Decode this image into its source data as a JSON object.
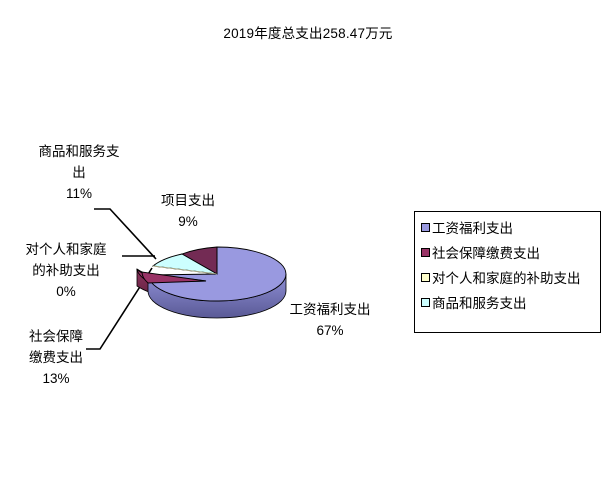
{
  "chart_data": {
    "type": "pie",
    "title": "2019年度总支出258.47万元",
    "total_label": "258.47万元",
    "three_d": true,
    "exploded": true,
    "legend_position": "right",
    "grid": false,
    "categories": [
      "工资福利支出",
      "社会保障缴费支出",
      "对个人和家庭的补助支出",
      "商品和服务支出",
      "项目支出"
    ],
    "values": [
      67,
      13,
      0,
      11,
      9
    ],
    "value_labels": [
      "67%",
      "13%",
      "0%",
      "11%",
      "9%"
    ],
    "colors": [
      "#9999e0",
      "#993366",
      "#ffffcc",
      "#ccffff",
      "#732b54"
    ],
    "xlabel": "",
    "ylabel": ""
  },
  "title": {
    "text": "2019年度总支出258.47万元"
  },
  "slices": [
    {
      "key": "goods",
      "name_line1": "商品和服务支",
      "name_line2": "出",
      "percent": "11%",
      "color": "#ccffff"
    },
    {
      "key": "project",
      "name_line1": "项目支出",
      "name_line2": "",
      "percent": "9%",
      "color": "#732b54"
    },
    {
      "key": "subsidy",
      "name_line1": "对个人和家庭",
      "name_line2": "的补助支出",
      "percent": "0%",
      "color": "#ffffcc"
    },
    {
      "key": "social",
      "name_line1": "社会保障",
      "name_line2": "缴费支出",
      "percent": "13%",
      "color": "#993366"
    },
    {
      "key": "salary",
      "name_line1": "工资福利支出",
      "name_line2": "",
      "percent": "67%",
      "color": "#9999e0"
    }
  ],
  "legend": {
    "items": [
      {
        "label": "工资福利支出",
        "color": "#9999e0"
      },
      {
        "label": "社会保障缴费支出",
        "color": "#993366"
      },
      {
        "label": "对个人和家庭的补助支出",
        "color": "#ffffcc"
      },
      {
        "label": "商品和服务支出",
        "color": "#ccffff"
      }
    ]
  }
}
